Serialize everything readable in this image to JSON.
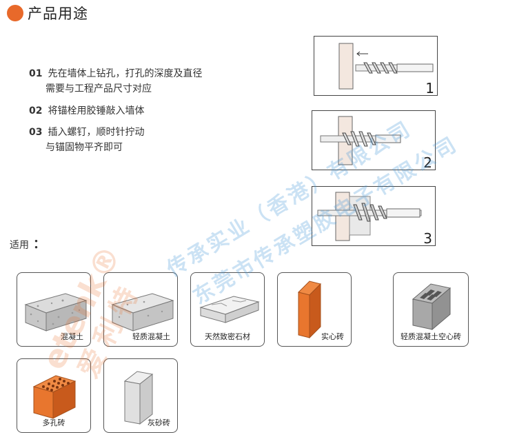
{
  "header": {
    "title": "产品用途"
  },
  "steps": [
    {
      "num": "01",
      "line1": "先在墙体上钻孔，打孔的深度及直径",
      "line2": "需要与工程产品尺寸对应"
    },
    {
      "num": "02",
      "line1": "将锚栓用胶锤敲入墙体"
    },
    {
      "num": "03",
      "line1": "插入螺钉，顺时针拧动",
      "line2": "与锚固物平齐即可"
    }
  ],
  "diagrams": [
    {
      "number": "1"
    },
    {
      "number": "2"
    },
    {
      "number": "3"
    }
  ],
  "apply": {
    "label": "适用",
    "colon": "："
  },
  "materials": [
    {
      "label": "混凝土"
    },
    {
      "label": "轻质混凝土"
    },
    {
      "label": "天然致密石材"
    },
    {
      "label": "实心砖"
    },
    {
      "label": "轻质混凝土空心砖"
    },
    {
      "label": "多孔砖"
    },
    {
      "label": "灰砂砖"
    }
  ],
  "watermarks": {
    "line1": "传承实业（香港）有限公司",
    "line2": "东莞市传承塑胶电子有限公司",
    "logo": "etenk®",
    "logo_cn": "爱利特"
  },
  "colors": {
    "accent": "#e8692a",
    "brick": "#e8792e",
    "watermark": "#4696d7"
  }
}
